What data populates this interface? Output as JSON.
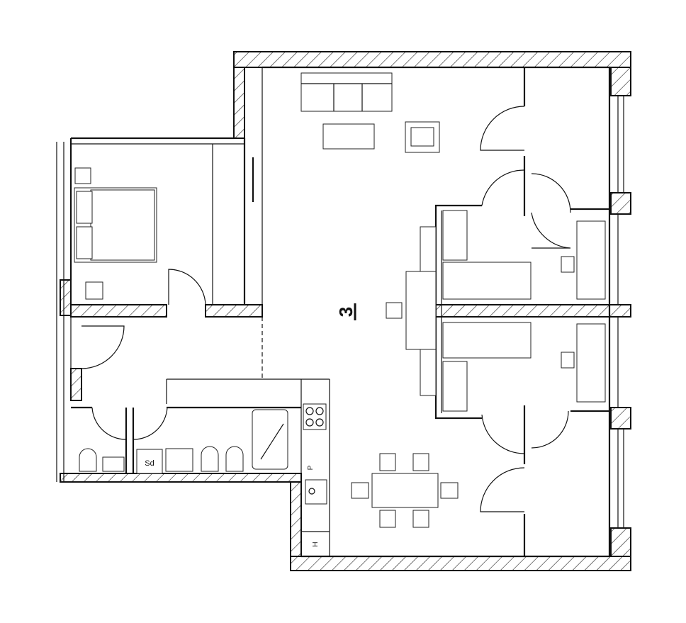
{
  "plan": {
    "room_label": "3",
    "shower_label": "Sd",
    "kitchen_labels": [
      "P",
      "H"
    ]
  },
  "colors": {
    "line": "#111111",
    "background": "#ffffff"
  }
}
